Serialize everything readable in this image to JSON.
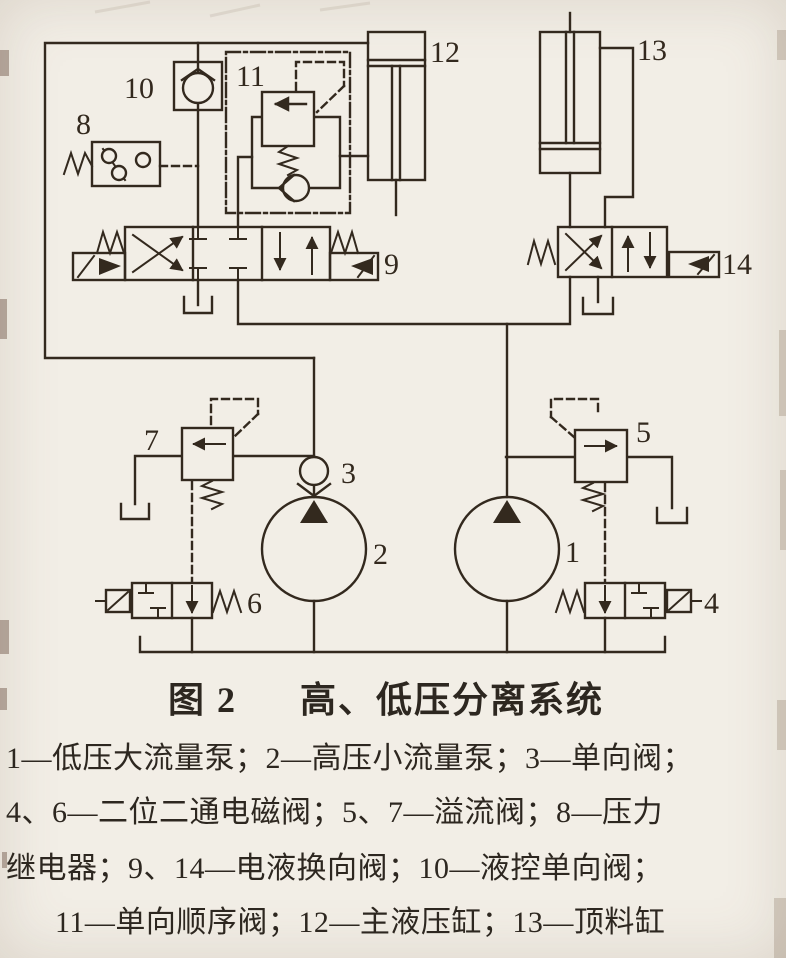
{
  "figure": {
    "label": "图 2",
    "title": "高、低压分离系统",
    "legend": [
      "1—低压大流量泵；2—高压小流量泵；3—单向阀；",
      "4、6—二位二通电磁阀；5、7—溢流阀；8—压力",
      "继电器；9、14—电液换向阀；10—液控单向阀；",
      "11—单向顺序阀；12—主液压缸；13—顶料缸"
    ]
  },
  "diagram": {
    "labels": {
      "c1": "1",
      "c2": "2",
      "c3": "3",
      "c4": "4",
      "c5": "5",
      "c6": "6",
      "c7": "7",
      "c8": "8",
      "c9": "9",
      "c10": "10",
      "c11": "11",
      "c12": "12",
      "c13": "13",
      "c14": "14"
    }
  },
  "colors": {
    "ink": "#33291e",
    "paper": "#f2eee6"
  }
}
